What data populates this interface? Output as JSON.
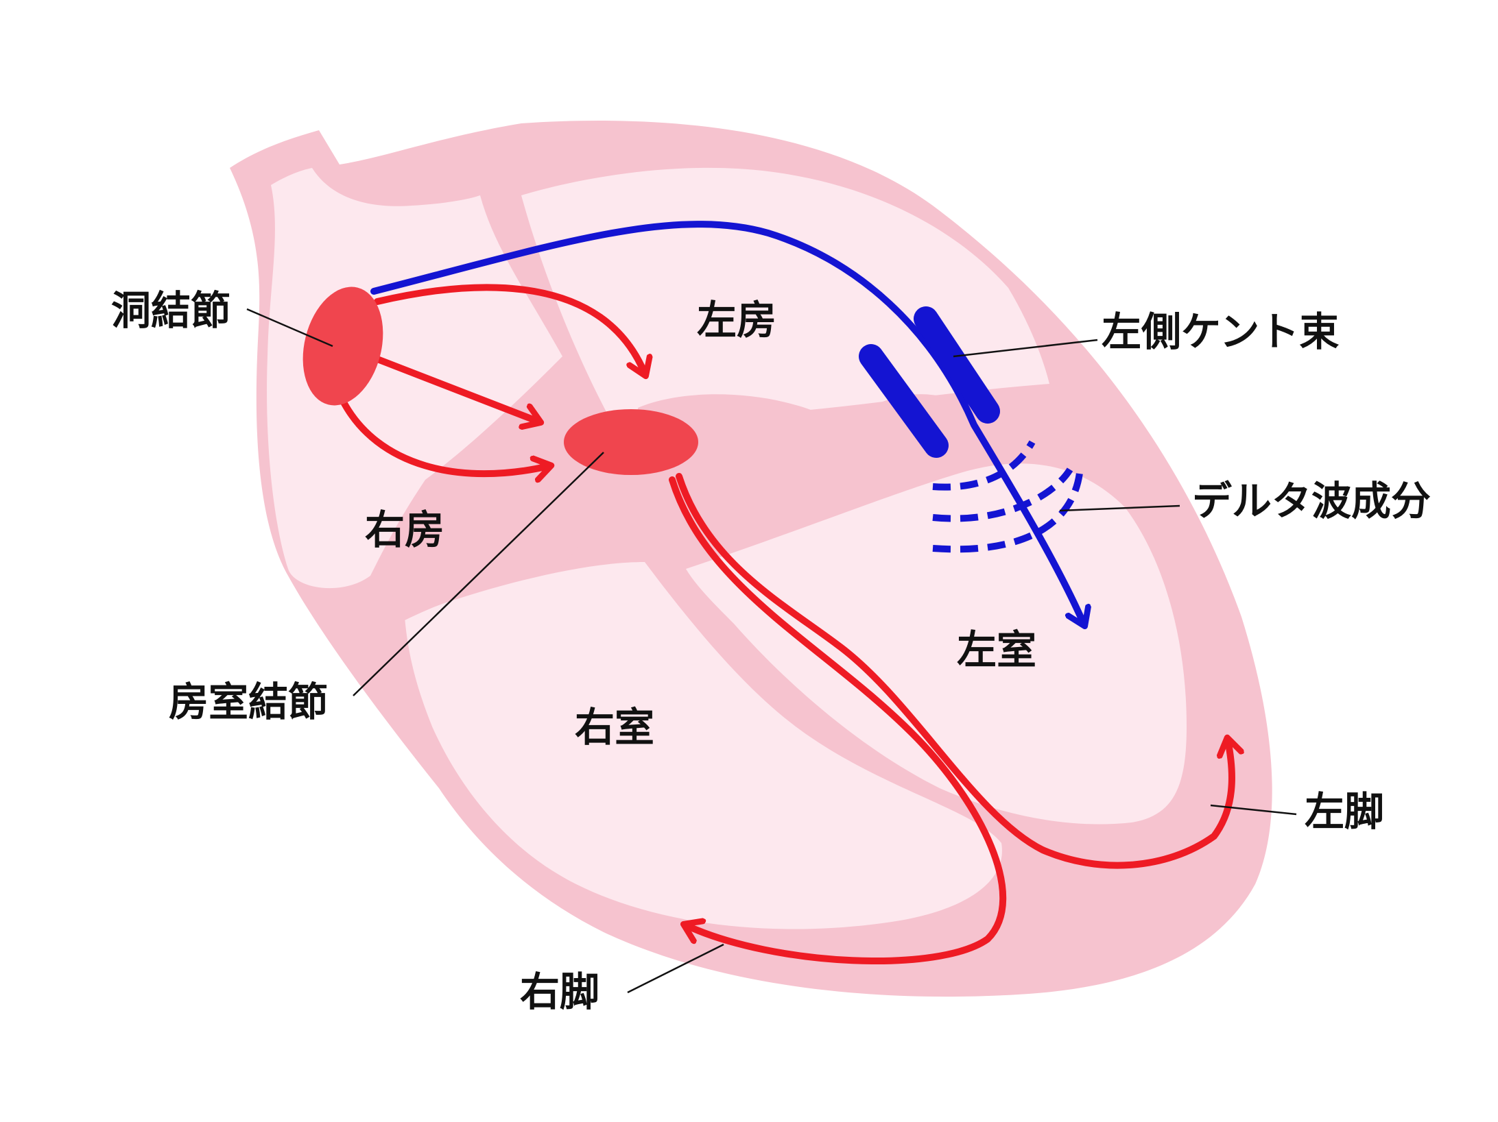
{
  "labels": {
    "sa_node": "洞結節",
    "av_node": "房室結節",
    "right_atrium": "右房",
    "left_atrium": "左房",
    "right_ventricle": "右室",
    "left_ventricle": "左室",
    "kent_bundle": "左側ケント束",
    "delta_wave": "デルタ波成分",
    "left_bundle": "左脚",
    "right_bundle": "右脚"
  },
  "colors": {
    "heart_wall": "#f6c3cf",
    "chamber_fill": "#fde8ee",
    "node_fill": "#f0454e",
    "conduction_normal": "#ee1b24",
    "conduction_accessory": "#1414d2",
    "leader_line": "#111111"
  }
}
